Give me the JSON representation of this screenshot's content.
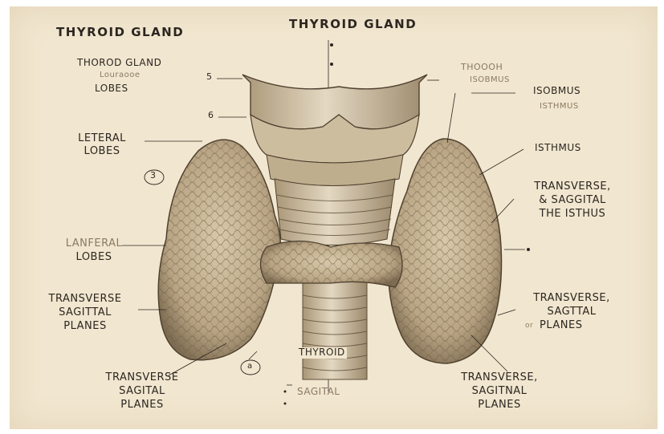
{
  "diagram": {
    "title_left": "THYROID GLAND",
    "title_center": "THYROID GLAND",
    "left_labels": {
      "thorod_gland": "THOROD GLAND",
      "loguroode": "Louraooe",
      "lobes_1": "LOBES",
      "leteral": "LETERAL",
      "lobes_2": "LOBES",
      "lanferal": "LANFERAL",
      "lobes_3": "LOBES",
      "transverse_1": "TRANSVERSE",
      "sagital_1": "SAGITTAL",
      "planes_1": "PLANES"
    },
    "left_markers": {
      "m1": "5",
      "m2": "6",
      "circle_3": "3",
      "circle_a": "a"
    },
    "right_labels": {
      "thorooh": "THOOOH",
      "isobmus_small": "ISOBMUS",
      "isobmus": "ISOBMUS",
      "isthmus_small": "ISTHMUS",
      "isthmus": "ISTHMUS",
      "transverse_2": "TRANSVERSE,",
      "and_saggital": "& SAGGITAL",
      "the_isthus": "THE ISTHUS",
      "transverse_3": "TRANSVERSE,",
      "sagttal": "SAGTTAL",
      "planes_2": "PLANES",
      "or_mark": "or"
    },
    "bottom_labels": {
      "transverse_4": "TRANSVERSE",
      "sagital_2": "SAGITAL",
      "planes_3": "PLANES",
      "thyroid": "THYROID",
      "sagital_center": "SAGITAL",
      "transverse_5": "TRANSVERSE,",
      "sagitnal": "SAGITNAL",
      "planes_4": "PLANES"
    },
    "colors": {
      "paper": "#f1e6cf",
      "ink": "#2b2620",
      "gland": "#c9b79a",
      "gland_shadow": "#7a6a54",
      "cartilage": "#d9cbb2"
    }
  }
}
